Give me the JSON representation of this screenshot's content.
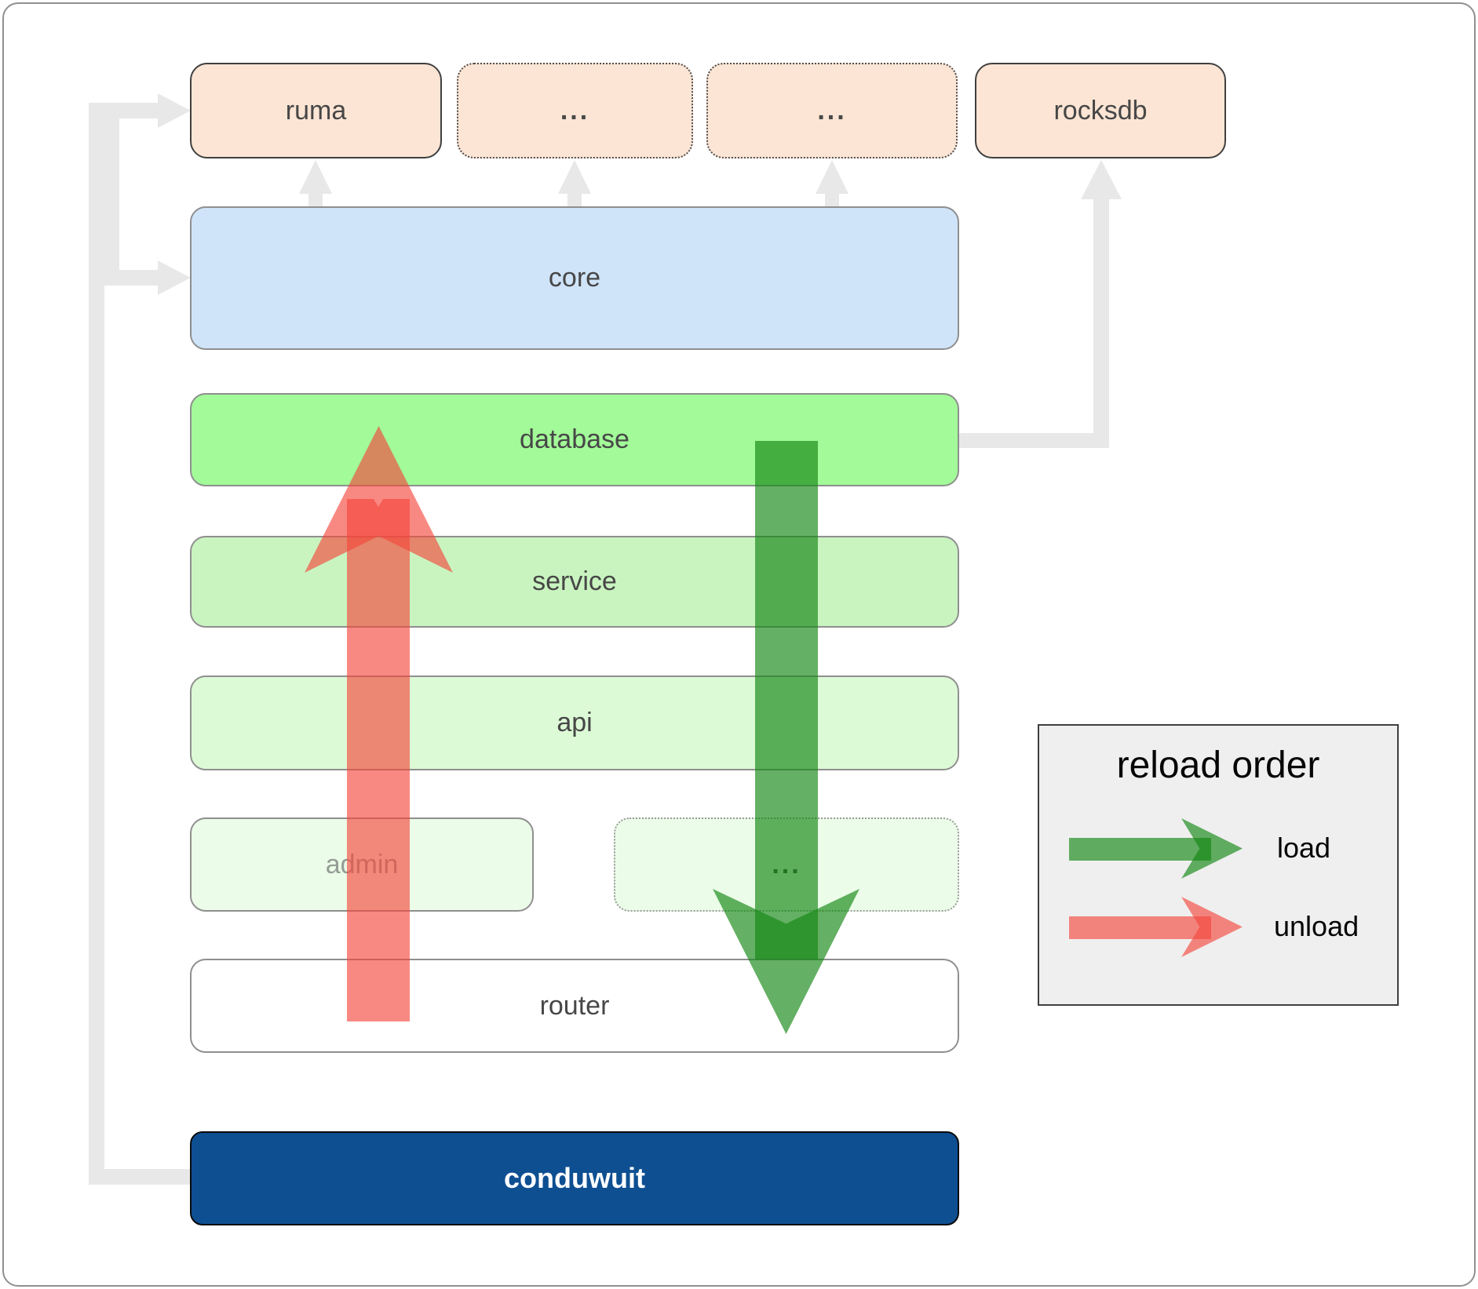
{
  "boxes": {
    "ruma": {
      "label": "ruma"
    },
    "top_ellipsis_1": {
      "label": "..."
    },
    "top_ellipsis_2": {
      "label": "..."
    },
    "rocksdb": {
      "label": "rocksdb"
    },
    "core": {
      "label": "core"
    },
    "database": {
      "label": "database"
    },
    "service": {
      "label": "service"
    },
    "api": {
      "label": "api"
    },
    "admin": {
      "label": "admin"
    },
    "mid_ellipsis": {
      "label": "..."
    },
    "router": {
      "label": "router"
    },
    "conduwuit": {
      "label": "conduwuit"
    }
  },
  "legend": {
    "title": "reload order",
    "items": [
      {
        "label": "load",
        "color": "#148714"
      },
      {
        "label": "unload",
        "color": "#f4463c"
      }
    ]
  },
  "colors": {
    "load_arrow": "#148714",
    "unload_arrow": "#f4463c",
    "peach_fill": "#fce5d4",
    "core_fill": "#cfe4f9",
    "database_fill": "#a2fa98",
    "service_fill": "#c9f4c0",
    "api_fill": "#ddfad6",
    "admin_fill": "#ebfce8",
    "router_fill": "#ffffff",
    "conduwuit_fill": "#0e4f92",
    "connector": "#e8e8e8"
  }
}
